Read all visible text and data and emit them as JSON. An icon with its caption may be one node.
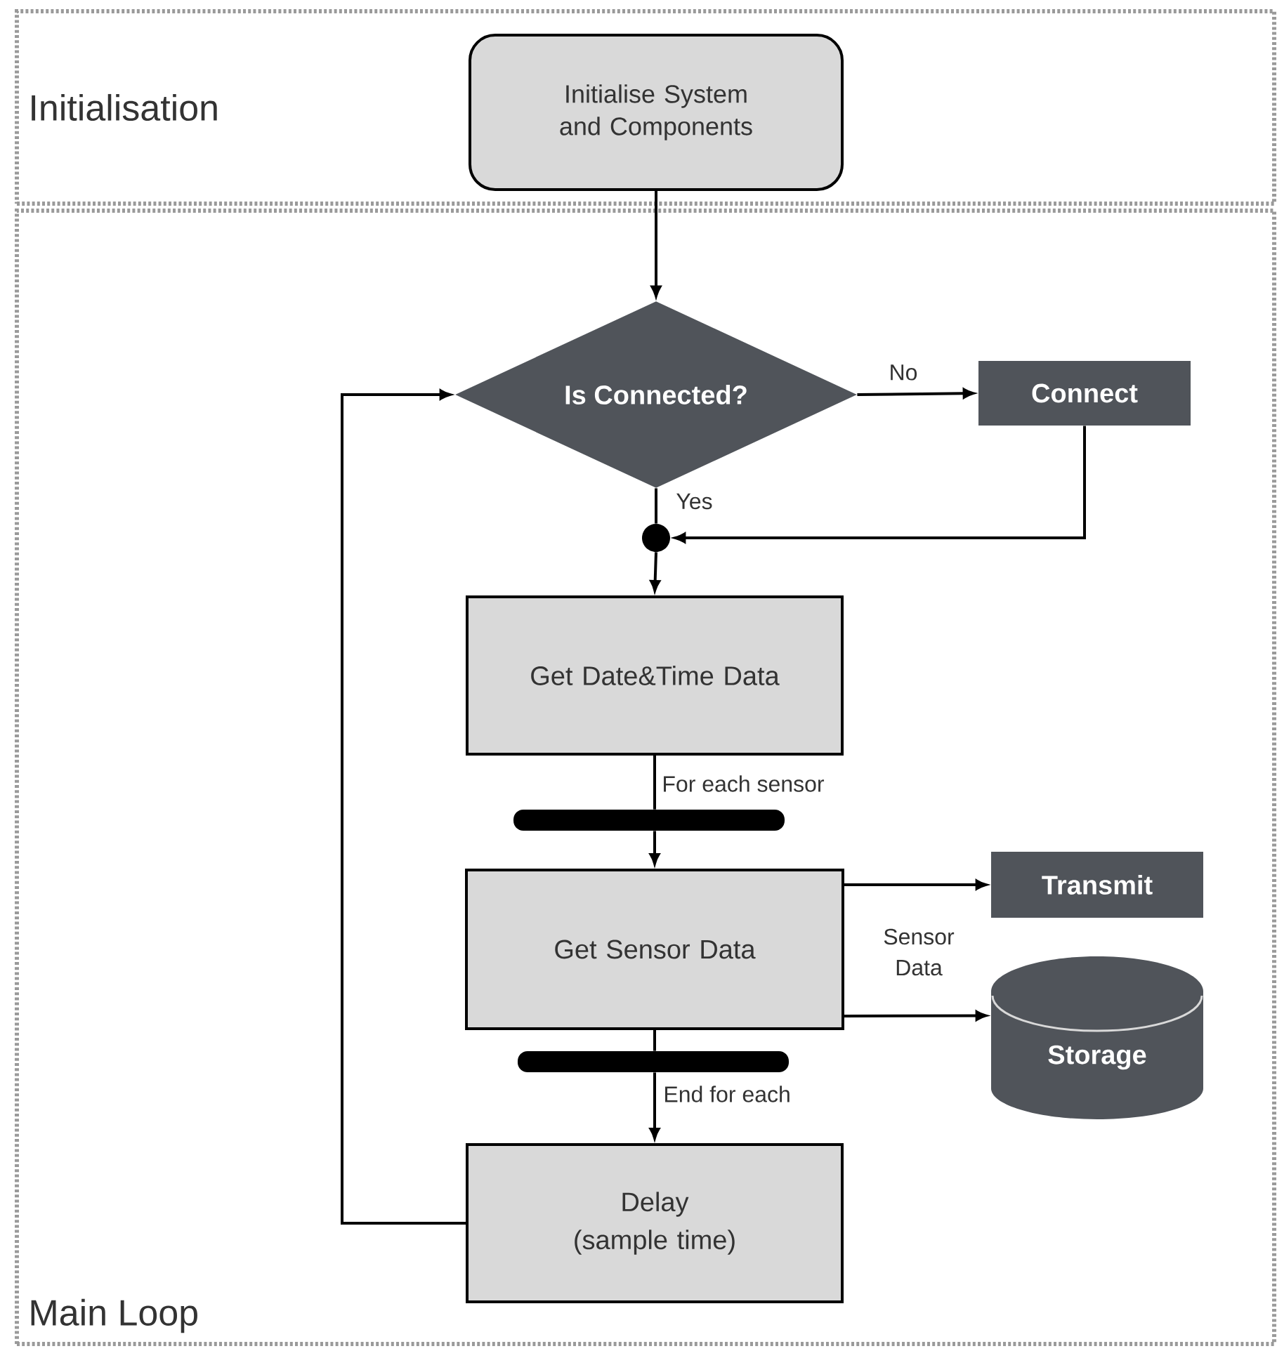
{
  "diagram": {
    "nodes": [
      {
        "text": [
          "Initialisation"
        ]
      },
      {
        "text": [
          "Initialise System and Components"
        ],
        "in": 0
      },
      {
        "text": [
          "Main Loop"
        ]
      },
      {
        "text": [
          "Is Connected?"
        ],
        "in": 2
      },
      {
        "text": [
          "Connect"
        ],
        "in": 2
      },
      {
        "text": [],
        "shape": "circle",
        "in": 2
      },
      {
        "text": [
          "Get Date&Time Data"
        ],
        "in": 2
      },
      {
        "text": [],
        "shape": "bar",
        "in": 2
      },
      {
        "text": [
          "Get Sensor Data"
        ],
        "in": 2
      },
      {
        "text": [
          "Transmit"
        ],
        "in": 2
      },
      {
        "text": [
          "Storage"
        ],
        "in": 2
      },
      {
        "text": [],
        "shape": "bar",
        "in": 2
      },
      {
        "text": [
          "Delay (sample time)"
        ],
        "in": 2
      }
    ],
    "edges": [
      {
        "from": 1,
        "to": 3,
        "arrow": "to"
      },
      {
        "from": 3,
        "to": 4,
        "arrow": "to",
        "label": "No"
      },
      {
        "from": 3,
        "to": 5,
        "arrow": "none",
        "label": "Yes"
      },
      {
        "from": 4,
        "to": 5,
        "arrow": "to"
      },
      {
        "from": 5,
        "to": 6,
        "arrow": "to"
      },
      {
        "from": 6,
        "to": 7,
        "arrow": "none",
        "label": "For each sensor"
      },
      {
        "from": 7,
        "to": 8,
        "arrow": "to"
      },
      {
        "from": 8,
        "to": 9,
        "arrow": "to"
      },
      {
        "from": 8,
        "to": 10,
        "arrow": "to"
      },
      {
        "from": 8,
        "to": 11,
        "arrow": "none"
      },
      {
        "from": 11,
        "to": 12,
        "arrow": "to",
        "label": "End for each"
      },
      {
        "from": 12,
        "to": 3,
        "arrow": "to"
      }
    ],
    "labels": [
      "Sensor Data"
    ]
  }
}
